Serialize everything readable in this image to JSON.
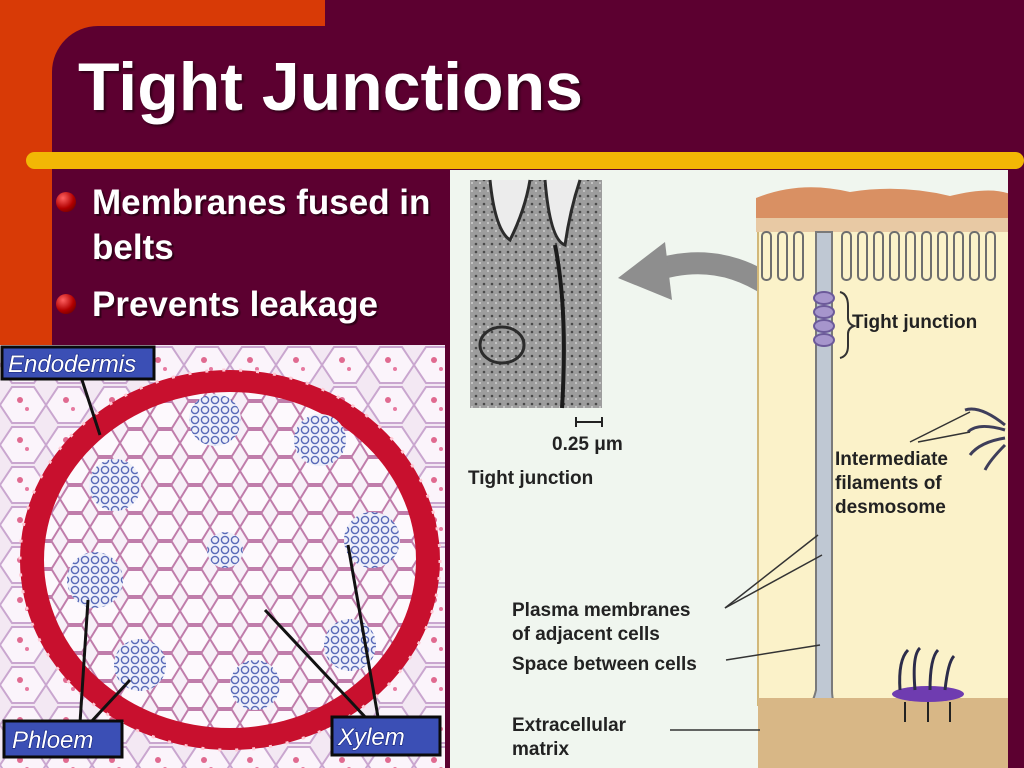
{
  "slide": {
    "title": "Tight Junctions",
    "bullets": [
      {
        "text": "Membranes fused in belts"
      },
      {
        "text": "Prevents leakage"
      }
    ],
    "colors": {
      "background": "#5c0030",
      "accent_orange": "#d83a06",
      "accent_gold": "#f2b705",
      "bullet": "#b10000"
    }
  },
  "micrograph": {
    "labels": {
      "endodermis": "Endodermis",
      "phloem": "Phloem",
      "xylem": "Xylem"
    }
  },
  "diagram": {
    "scale_bar": "0.25 μm",
    "em_caption": "Tight junction",
    "labels": {
      "tight_junction": "Tight junction",
      "intermediate_1": "Intermediate",
      "intermediate_2": "filaments of",
      "intermediate_3": "desmosome",
      "plasma_1": "Plasma membranes",
      "plasma_2": "of adjacent cells",
      "space": "Space between cells",
      "ecm_1": "Extracellular",
      "ecm_2": "matrix"
    }
  }
}
